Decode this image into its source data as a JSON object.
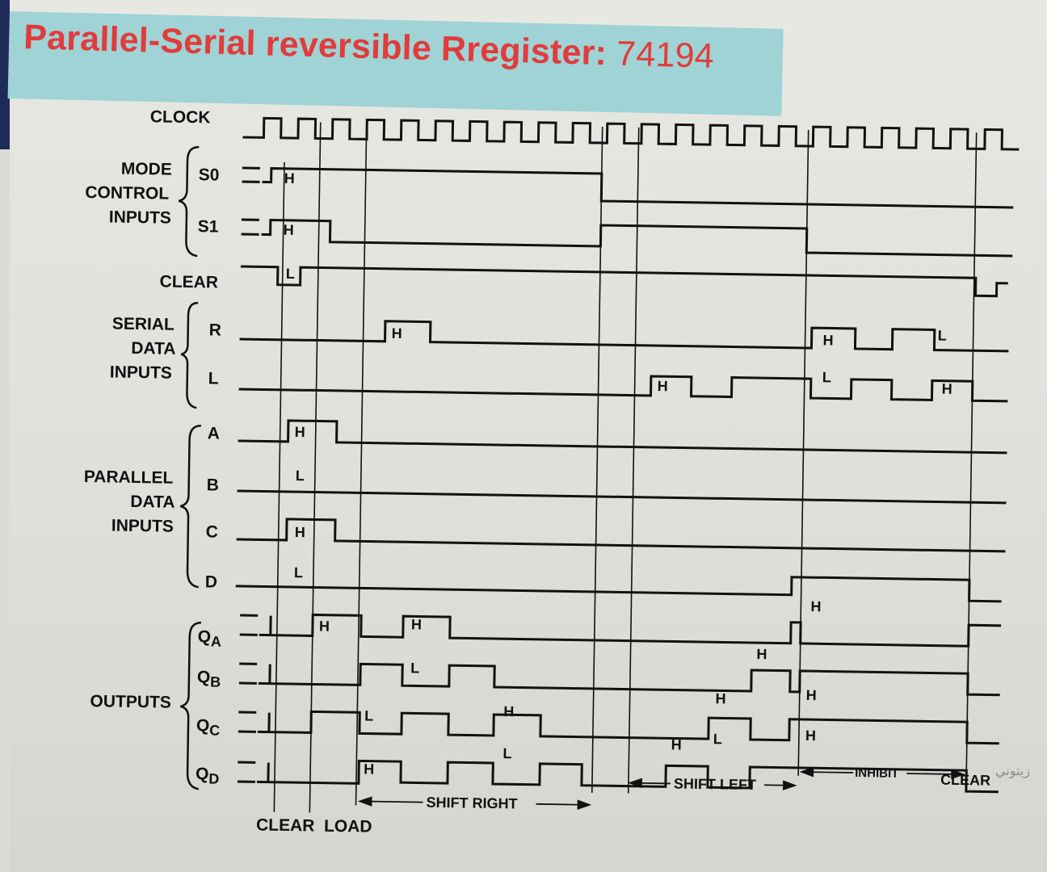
{
  "title": {
    "main": "Parallel-Serial reversible Rregister:",
    "number": "74194"
  },
  "groups": {
    "mode_control": [
      "MODE",
      "CONTROL",
      "INPUTS"
    ],
    "serial_data": [
      "SERIAL",
      "DATA",
      "INPUTS"
    ],
    "parallel_data": [
      "PARALLEL",
      "DATA",
      "INPUTS"
    ],
    "outputs": "OUTPUTS"
  },
  "signals": {
    "clock": "CLOCK",
    "s0": "S0",
    "s1": "S1",
    "clear": "CLEAR",
    "r": "R",
    "l": "L",
    "a": "A",
    "b": "B",
    "c": "C",
    "d": "D",
    "qa": "Q",
    "qa_sub": "A",
    "qb": "Q",
    "qb_sub": "B",
    "qc": "Q",
    "qc_sub": "C",
    "qd": "Q",
    "qd_sub": "D"
  },
  "levels": {
    "high": "H",
    "low": "L"
  },
  "phases": {
    "clear": "CLEAR",
    "load": "LOAD",
    "shift_right": "SHIFT RIGHT",
    "shift_left": "SHIFT LEFT",
    "inhibit": "INHIBIT",
    "clear_end": "CLEAR"
  },
  "watermark": "زيتوني"
}
